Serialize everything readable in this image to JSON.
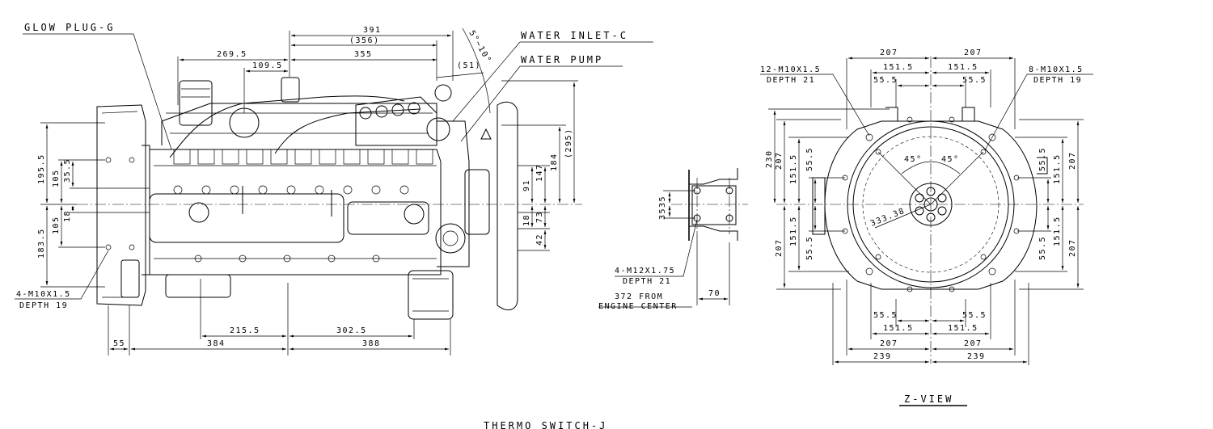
{
  "callouts": {
    "glow_plug": "GLOW PLUG-G",
    "water_inlet": "WATER INLET-C",
    "water_pump": "WATER PUMP",
    "thermo_switch": "THERMO SWITCH-J",
    "z_view": "Z-VIEW",
    "bolt_left_1": "4-M10X1.5",
    "bolt_left_2": "DEPTH 19",
    "bolt_mid_1": "4-M12X1.75",
    "bolt_mid_2": "DEPTH 21",
    "from_center_1": "372 FROM",
    "from_center_2": "ENGINE CENTER",
    "zv_left_1": "12-M10X1.5",
    "zv_left_2": "DEPTH 21",
    "zv_right_1": "8-M10X1.5",
    "zv_right_2": "DEPTH 19",
    "angle": "5°~10°"
  },
  "side_view_dims": {
    "d391": "391",
    "d356": "(356)",
    "d355": "355",
    "d51": "(51)",
    "d269": "269.5",
    "d109": "109.5",
    "d195": "195.5",
    "d105a": "105",
    "d35": "35.5",
    "d105b": "105",
    "d18a": "18",
    "d183": "183.5",
    "d295": "(295)",
    "d184": "184",
    "d147": "147",
    "d91": "91",
    "d18b": "18",
    "d73": "73",
    "d42": "42",
    "d215": "215.5",
    "d302": "302.5",
    "d55": "55",
    "d384": "384",
    "d388": "388"
  },
  "mount_dims": {
    "d3535": "3535",
    "d70": "70"
  },
  "z_view_dims": {
    "t207l": "207",
    "t207r": "207",
    "t151l": "151.5",
    "t151r": "151.5",
    "t55l": "55.5",
    "t55r": "55.5",
    "a45l": "45°",
    "a45r": "45°",
    "pcd": "333.38",
    "l230": "230",
    "l207a": "207",
    "l151a": "151.5",
    "l55a": "55.5",
    "l207b": "207",
    "l151b": "151.5",
    "l55b": "55.5",
    "r55a": "55.5",
    "r151a": "151.5",
    "r207a": "207",
    "r55b": "55.5",
    "r151b": "151.5",
    "r207b": "207",
    "b55l": "55.5",
    "b55r": "55.5",
    "b151l": "151.5",
    "b151r": "151.5",
    "b207l": "207",
    "b207r": "207",
    "b239l": "239",
    "b239r": "239"
  }
}
